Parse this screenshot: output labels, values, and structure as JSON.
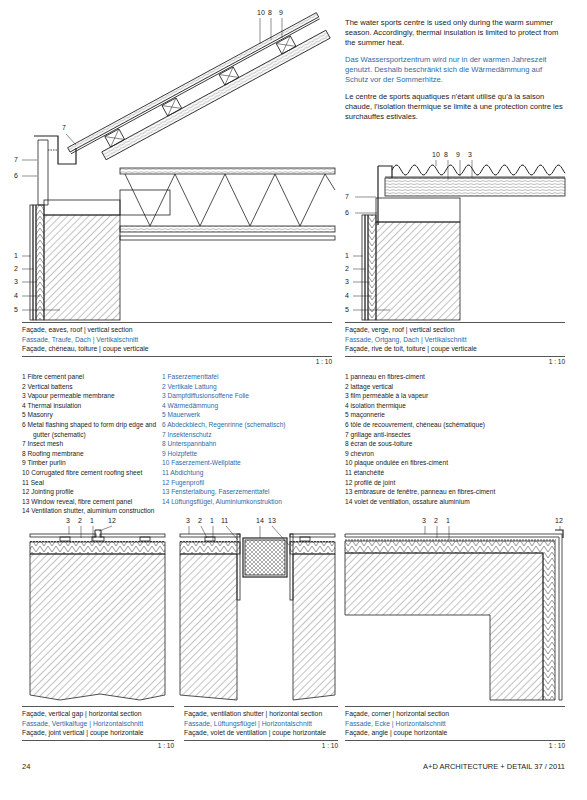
{
  "diagram": {
    "labels": [
      "The water sports centre is used only during the warm summer season. Accordingly, thermal insulation is limited to protect from the summer heat.",
      "Das Wassersportzentrum wird nur in der warmen Jahreszeit genutzt. Deshalb beschränkt sich die Wärmedämmung auf Schutz vor der Sommerhitze.",
      "Le centre de sports aquatiques n’étant utilisé qu’à la saison chaude, l’isolation thermique se limite à une protection contre les surchauffes estivales.",
      "10",
      "8",
      "9",
      "7",
      "7",
      "6",
      "1",
      "2",
      "3",
      "4",
      "5",
      "10",
      "8",
      "9",
      "3",
      "7",
      "6",
      "1",
      "2",
      "3",
      "4",
      "5",
      "Façade, eaves, roof | vertical section",
      "Fassade, Traufe, Dach | Vertikalschnitt",
      "Façade, chéneau, toiture | coupe verticale",
      "1 : 10",
      "Façade, verge, roof | vertical section",
      "Fassade, Ortgang, Dach | Vertikalschnitt",
      "Façade, rive de toit, toiture | coupe verticale",
      "1 : 10",
      "1 Fibre cement panel",
      "2 Vertical battens",
      "3 Vapour permeable membrane",
      "4 Thermal insulation",
      "5 Masonry",
      "6 Metal flashing shaped to form drip edge and gutter (schematic)",
      "7 Insect mesh",
      "8 Roofing membrane",
      "9 Timber purlin",
      "10 Corrugated fibre cement roofing sheet",
      "11 Seal",
      "12 Jointing profile",
      "13 Window reveal, fibre cement panel",
      "14 Ventilation shutter, aluminium construction",
      "1 Faserzementtafel",
      "2 Vertikale Lattung",
      "3 Dampfdiffusionsoffene Folie",
      "4 Wärmedämmung",
      "5 Mauerwerk",
      "6 Abdeckblech, Regenrinne (schematisch)",
      "7 Insektenschutz",
      "8 Unterspannbahn",
      "9 Holzpfette",
      "10 Faserzement-Wellplatte",
      "11 Abdichtung",
      "12 Fugenprofil",
      "13 Fensterlaibung, Faserzementtafel",
      "14 Lüftungsflügel, Aluminiumkonstruktion",
      "1 panneau en fibres-ciment",
      "2 lattage vertical",
      "3 film perméable à la vapeur",
      "4 isolation thermique",
      "5 maçonnerie",
      "6 tôle de recouvrement, chéneau (schématique)",
      "7 grillage anti-insectes",
      "8 écran de sous-toiture",
      "9 chevron",
      "10 plaque ondulée en fibres-ciment",
      "11 étanchéité",
      "12 profilé de joint",
      "13 embrasure de fenêtre, panneau en fibres-ciment",
      "14 volet de ventilation, ossature aluminium",
      "3",
      "2",
      "1",
      "12",
      "3",
      "2",
      "1",
      "11",
      "14",
      "13",
      "3",
      "2",
      "1",
      "12",
      "Façade, vertical gap | horizontal section",
      "Fassade, Vertikalfuge | Horizontalschnitt",
      "Façade, joint vertical | coupe horizontale",
      "1 : 10",
      "Façade, ventilation shutter | horizontal section",
      "Fassade, Lüftungsflügel | Horizontalschnitt",
      "Façade, volet de ventilation | coupe horizontale",
      "1 : 10",
      "Façade, corner | horizontal section",
      "Fassade, Ecke | Horizontalschnitt",
      "Façade, angle | coupe horizontale",
      "1 : 10",
      "24",
      "A+D ARCHITECTURE + DETAIL 37 / 2011"
    ]
  }
}
